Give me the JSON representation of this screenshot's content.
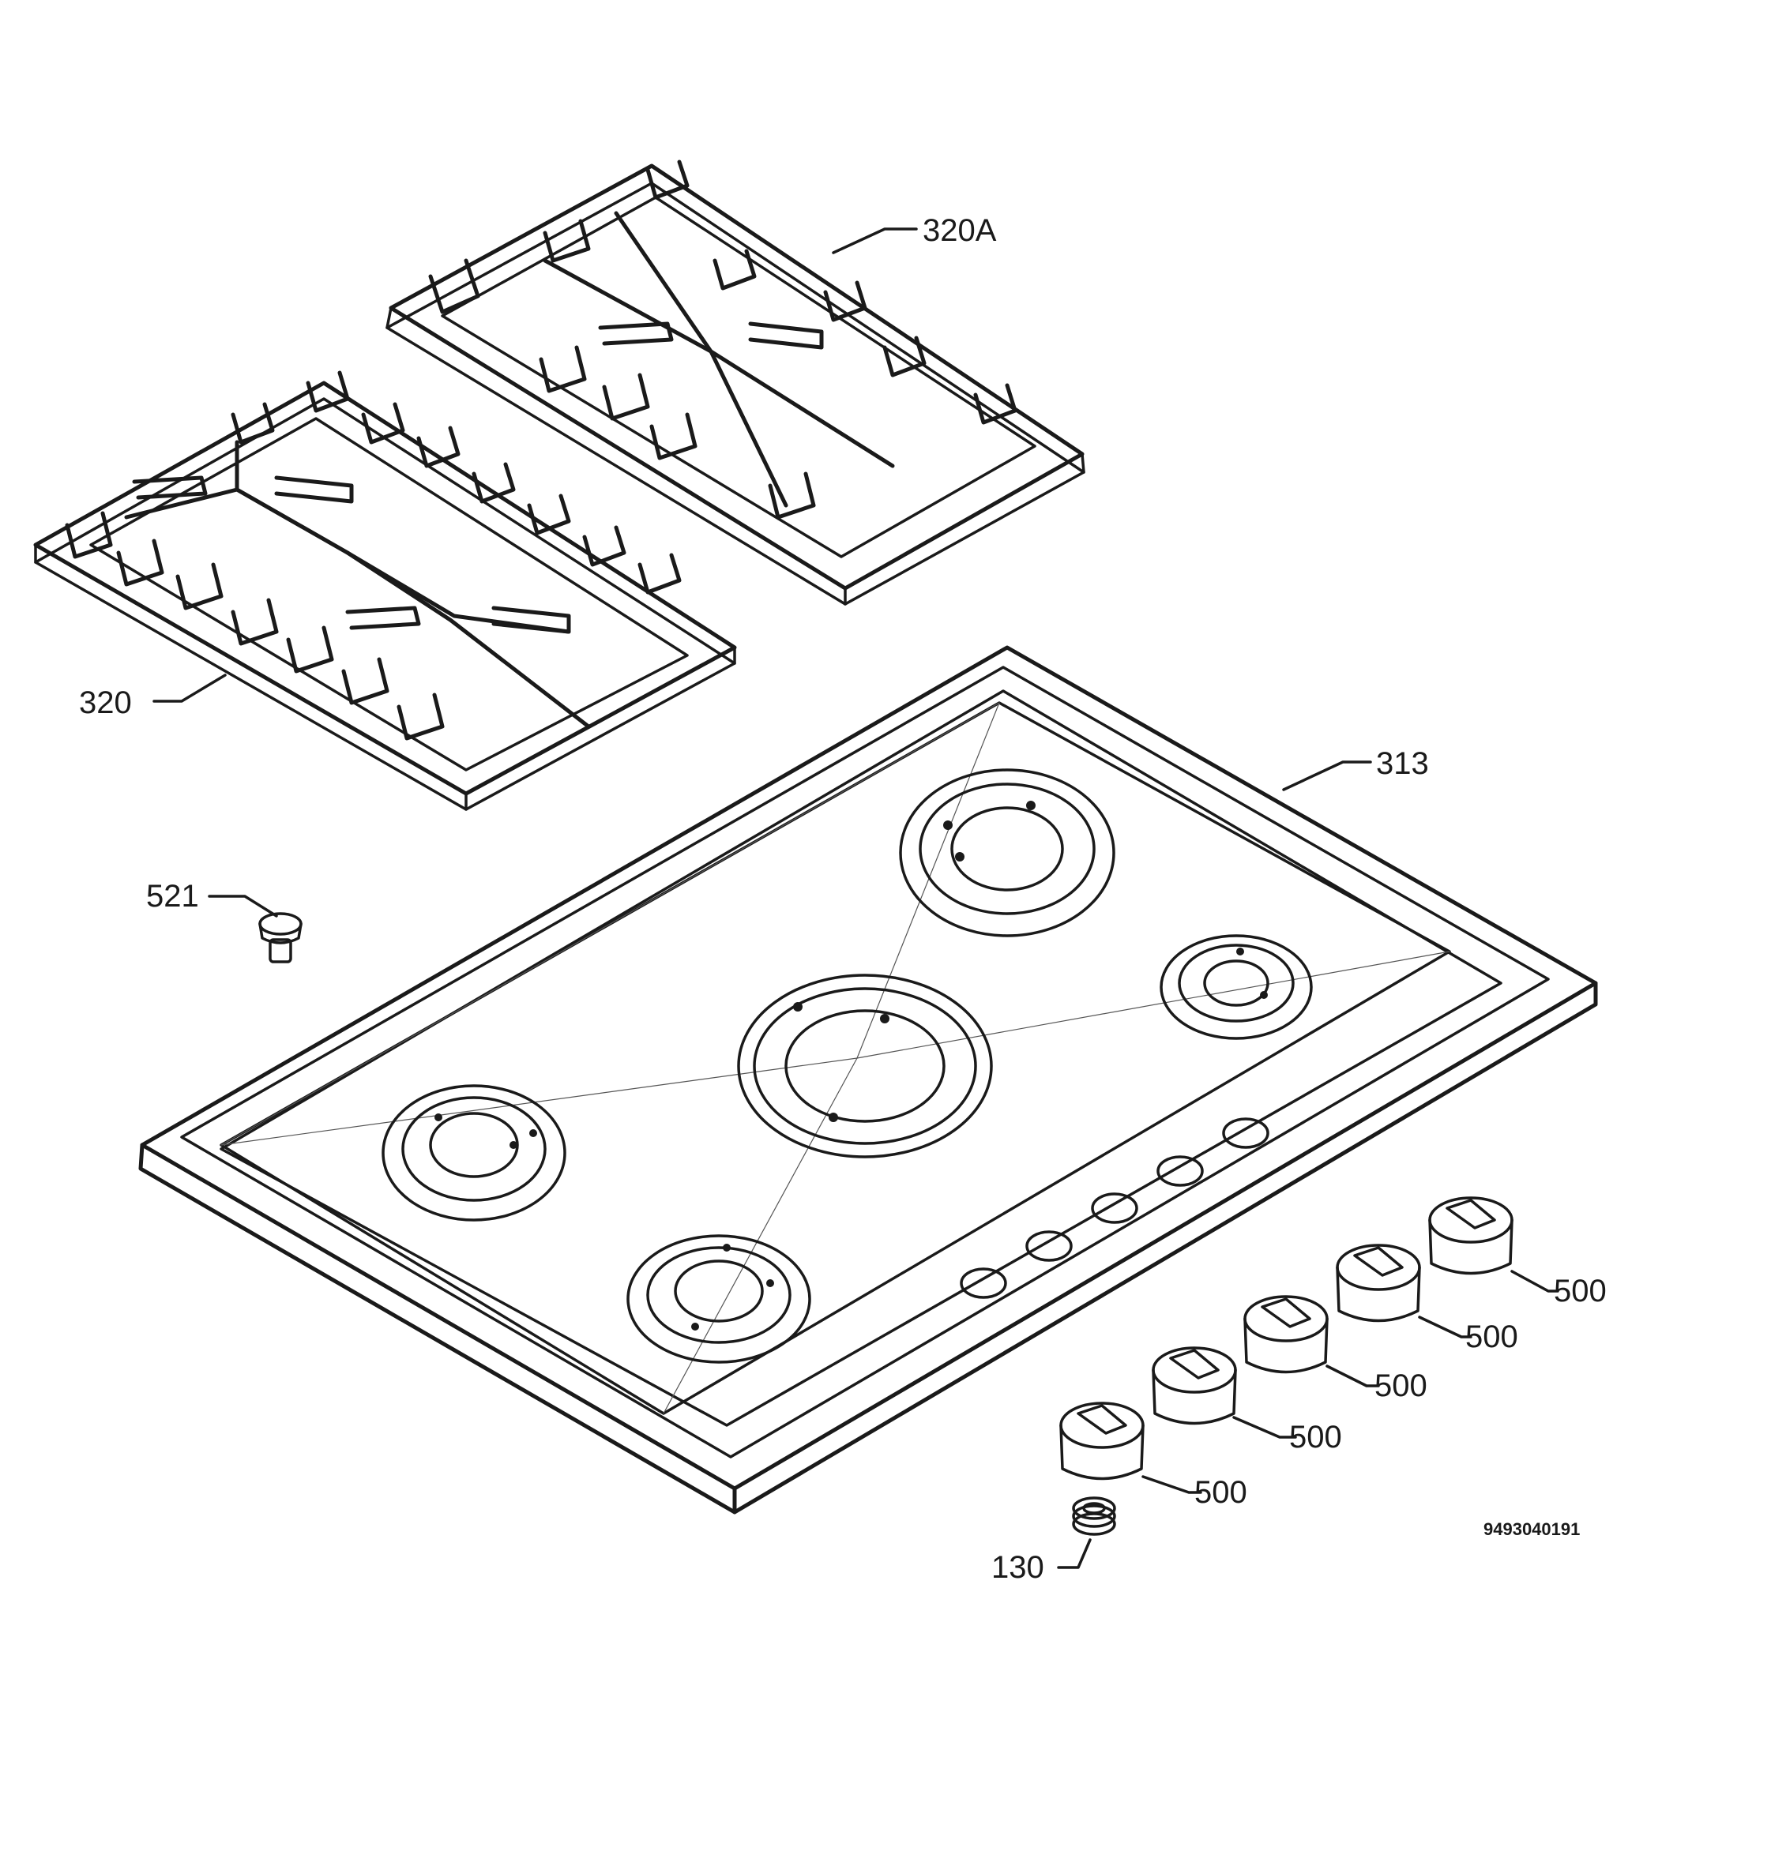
{
  "labels": {
    "grate_right": "320A",
    "grate_left": "320",
    "hob_top": "313",
    "screw": "521",
    "knob_1": "500",
    "knob_2": "500",
    "knob_3": "500",
    "knob_4": "500",
    "knob_5": "500",
    "spring": "130"
  },
  "document_number": "9493040191"
}
